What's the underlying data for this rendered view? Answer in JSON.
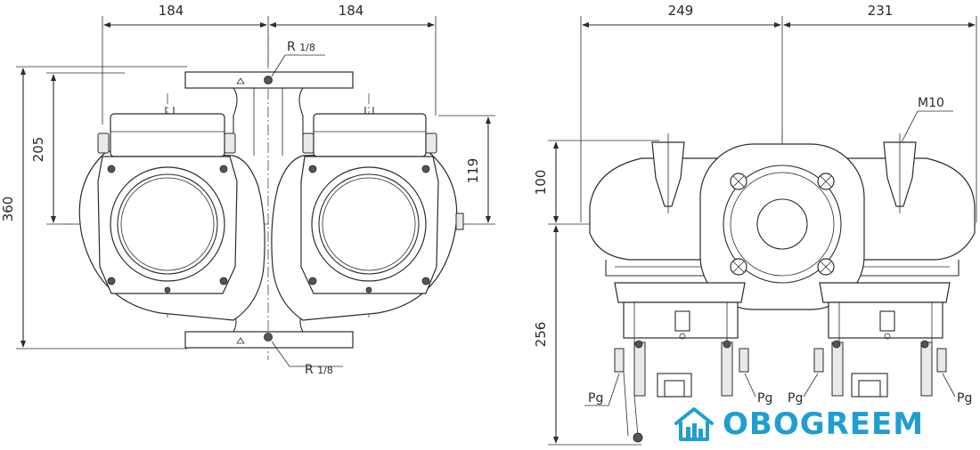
{
  "front_view": {
    "dim_top_left": "184",
    "dim_top_right": "184",
    "dim_height_total": "360",
    "dim_height_upper": "205",
    "dim_height_right": "119",
    "thread_top_prefix": "R",
    "thread_top_frac": "1/8",
    "thread_bottom_prefix": "R",
    "thread_bottom_frac": "1/8"
  },
  "side_view": {
    "dim_top_left": "249",
    "dim_top_right": "231",
    "dim_upper": "100",
    "dim_lower": "256",
    "bolt_label": "M10",
    "gland_left_1": "Pg",
    "gland_right_1": "Pg",
    "gland_left_2": "Pg",
    "gland_right_2": "Pg"
  },
  "watermark": {
    "brand_text": "OBOGREEM",
    "icon": "house-icon",
    "color": "#1f9fd1"
  }
}
